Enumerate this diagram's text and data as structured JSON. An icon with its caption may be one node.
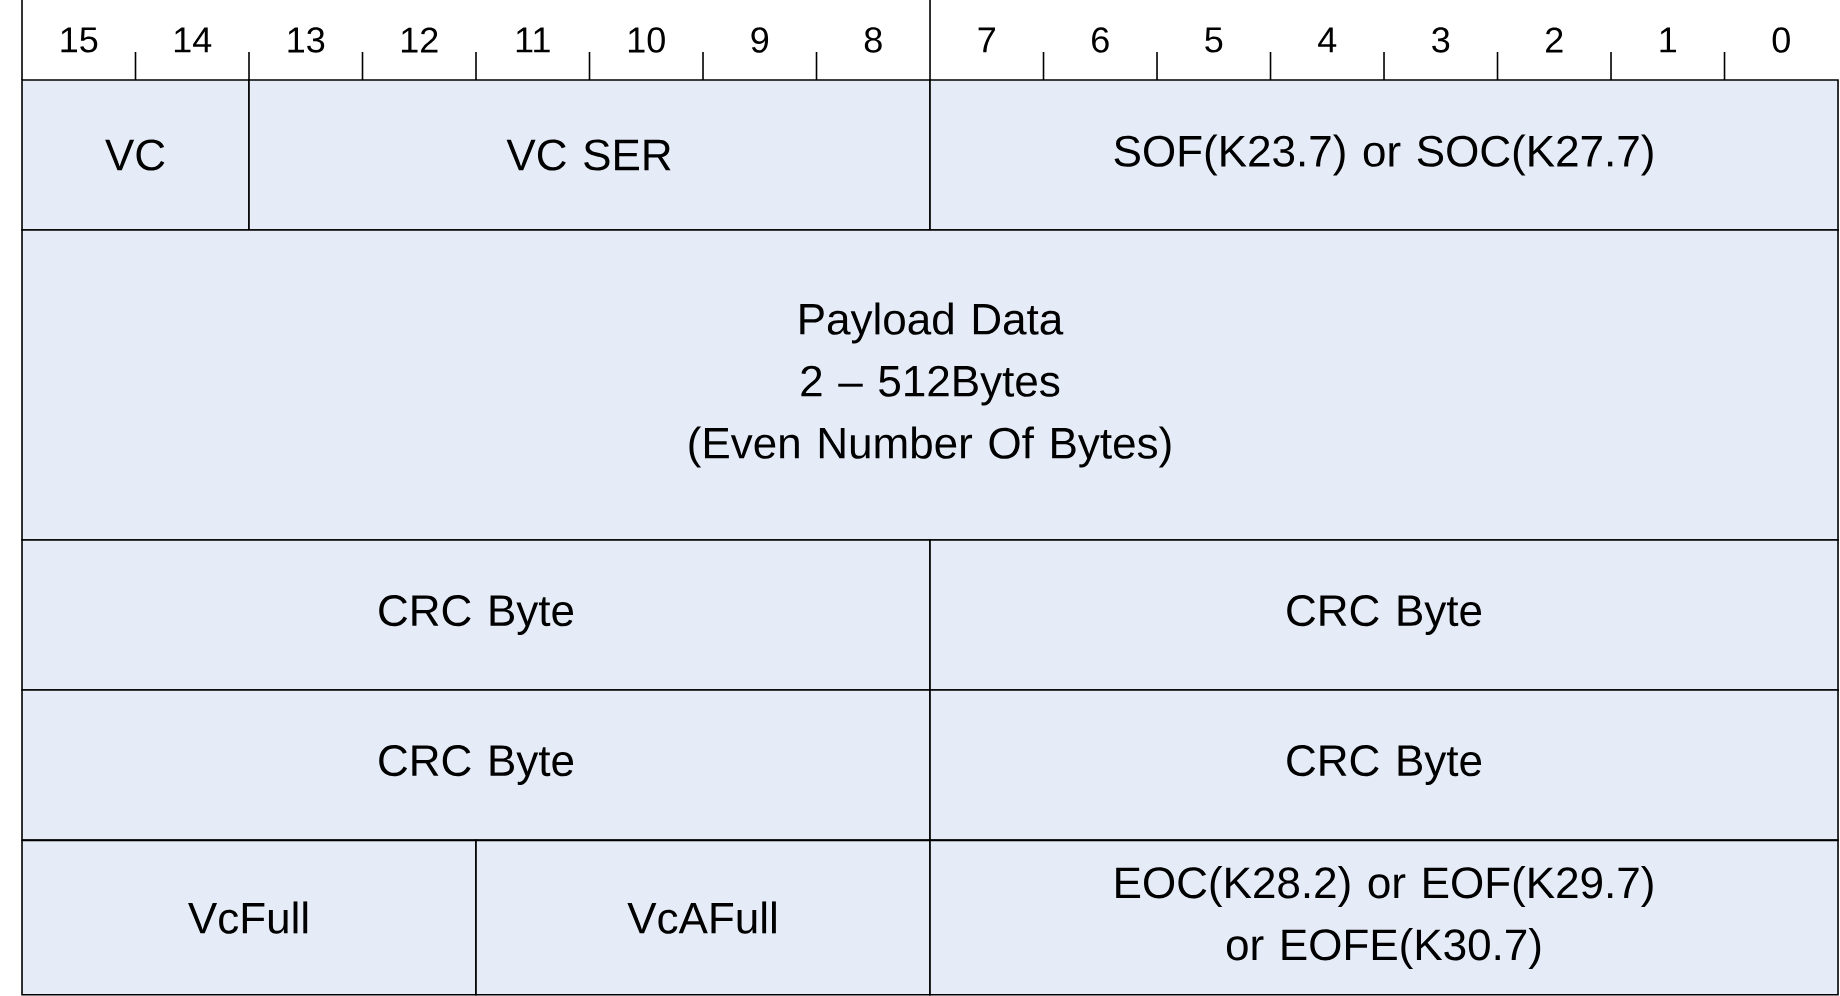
{
  "diagram": {
    "nodes": [
      {
        "text": [
          "VC"
        ]
      },
      {
        "text": [
          "VC SER"
        ]
      },
      {
        "text": [
          "SOF(K23.7) or SOC(K27.7)"
        ]
      },
      {
        "text": [
          "Payload Data",
          "2 – 512Bytes",
          "(Even Number Of Bytes)"
        ]
      },
      {
        "text": [
          "CRC Byte"
        ]
      },
      {
        "text": [
          "CRC Byte"
        ]
      },
      {
        "text": [
          "CRC Byte"
        ]
      },
      {
        "text": [
          "CRC Byte"
        ]
      },
      {
        "text": [
          "VcFull"
        ]
      },
      {
        "text": [
          "VcAFull"
        ]
      },
      {
        "text": [
          "EOC(K28.2) or EOF(K29.7) or EOFE(K30.7)"
        ]
      }
    ],
    "labels": [
      "15",
      "14",
      "13",
      "12",
      "11",
      "10",
      "9",
      "8",
      "7",
      "6",
      "5",
      "4",
      "3",
      "2",
      "1",
      "0"
    ]
  }
}
